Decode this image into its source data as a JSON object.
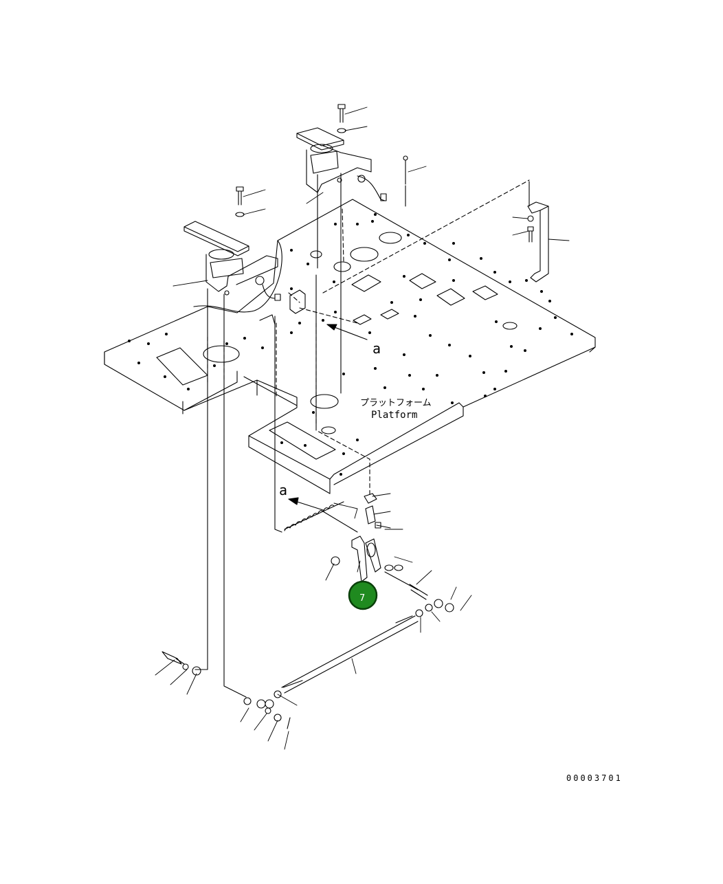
{
  "platform_label_jp": "プラットフォーム",
  "platform_label_en": "Platform",
  "section_mark_upper": "a",
  "section_mark_lower": "a",
  "callout": {
    "number": "7",
    "color": "#1f8a1f"
  },
  "drawing_number": "00003701"
}
